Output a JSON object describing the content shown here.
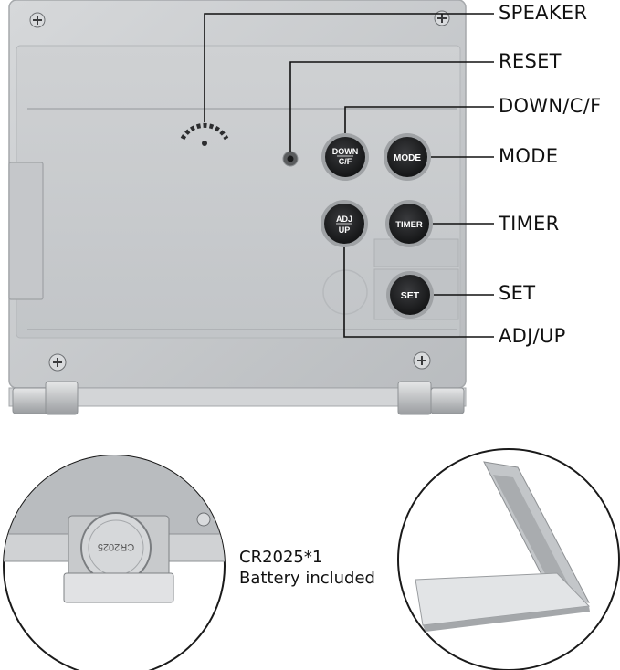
{
  "callouts": {
    "speaker": "SPEAKER",
    "reset": "RESET",
    "down_cf": "DOWN/C/F",
    "mode": "MODE",
    "timer": "TIMER",
    "set": "SET",
    "adj_up": "ADJ/UP"
  },
  "buttons": {
    "down_top": "DOWN",
    "down_bottom": "C/F",
    "mode": "MODE",
    "adj_top": "ADJ",
    "adj_bottom": "UP",
    "timer": "TIMER",
    "set": "SET"
  },
  "battery": {
    "model": "CR2025*1",
    "note": "Battery included",
    "cell_marking": "CR2025"
  },
  "colors": {
    "body_silver": "#c9cbcd",
    "body_dark": "#a8abae",
    "button_black": "#2a2b2d",
    "line": "#111111"
  }
}
